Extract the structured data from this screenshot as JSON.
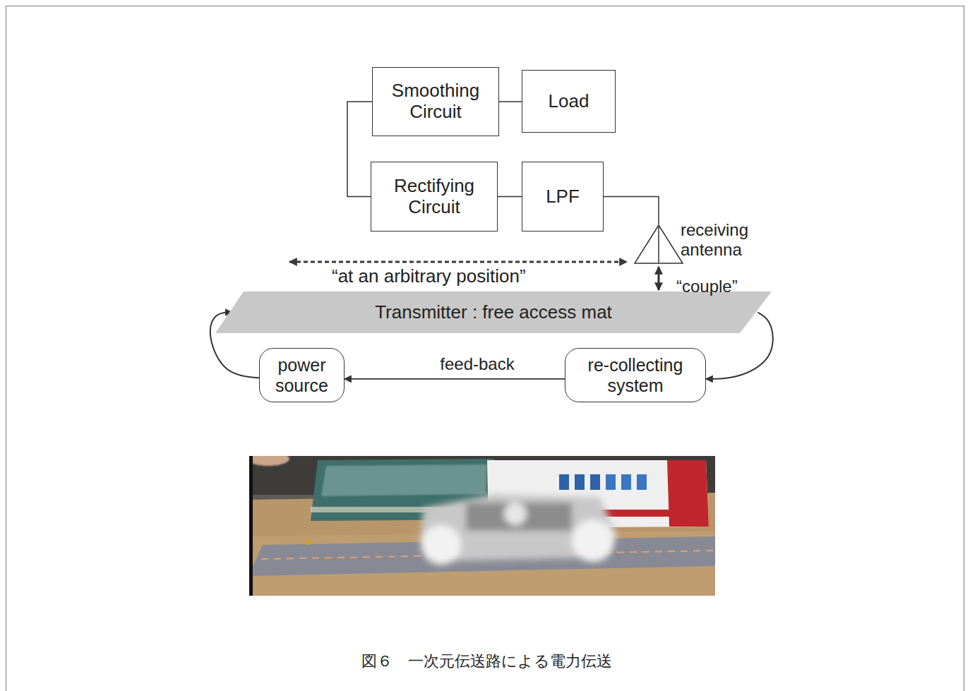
{
  "diagram": {
    "caption": "図６　一次元伝送路による電力伝送",
    "nodes": [
      {
        "text": [
          "Smoothing Circuit"
        ]
      },
      {
        "text": [
          "Load"
        ]
      },
      {
        "text": [
          "Rectifying Circuit"
        ]
      },
      {
        "text": [
          "LPF"
        ]
      },
      {
        "text": [
          "receiving antenna"
        ]
      },
      {
        "text": [
          "Transmitter : free access mat"
        ]
      },
      {
        "text": [
          "power source"
        ]
      },
      {
        "text": [
          "re-collecting system"
        ]
      }
    ],
    "edges": [
      {
        "from": 2,
        "to": 0,
        "arrow": "none"
      },
      {
        "from": 0,
        "to": 1,
        "arrow": "none"
      },
      {
        "from": 2,
        "to": 3,
        "arrow": "none"
      },
      {
        "from": 3,
        "to": 4,
        "arrow": "none"
      },
      {
        "from": 4,
        "to": 5,
        "arrow": "both",
        "label": "“couple”"
      },
      {
        "from": 5,
        "to": 7,
        "arrow": "to"
      },
      {
        "from": 7,
        "to": 6,
        "arrow": "to",
        "label": "feed-back"
      },
      {
        "from": 6,
        "to": 5,
        "arrow": "to"
      }
    ],
    "labels": [
      "“at an arbitrary position”"
    ]
  }
}
